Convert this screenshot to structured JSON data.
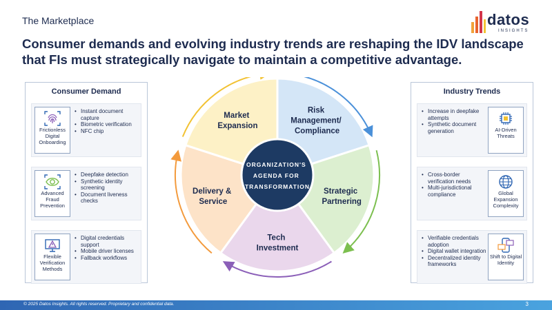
{
  "header": {
    "section_label": "The Marketplace",
    "headline": "Consumer demands and evolving industry trends are reshaping the IDV landscape that FIs must strategically navigate to maintain a competitive advantage."
  },
  "logo": {
    "word": "datos",
    "sub": "INSIGHTS"
  },
  "consumer_demand": {
    "title": "Consumer Demand",
    "cards": [
      {
        "label": "Frictionless Digital Onboarding",
        "icon": "fingerprint-icon",
        "bullets": [
          "Instant document capture",
          "Biometric verification",
          "NFC chip"
        ]
      },
      {
        "label": "Advanced Fraud Prevention",
        "icon": "eye-scan-icon",
        "bullets": [
          "Deepfake detection",
          "Synthetic identity screening",
          "Document liveness checks"
        ]
      },
      {
        "label": "Flexible Verification Methods",
        "icon": "alert-monitor-icon",
        "bullets": [
          "Digital credentials support",
          "Mobile driver licenses",
          "Fallback workflows"
        ]
      }
    ]
  },
  "industry_trends": {
    "title": "Industry Trends",
    "cards": [
      {
        "label": "AI-Driven Threats",
        "icon": "ai-chip-icon",
        "bullets": [
          "Increase in deepfake attempts",
          "Synthetic document generation"
        ]
      },
      {
        "label": "Global Expansion Complexity",
        "icon": "globe-icon",
        "bullets": [
          "Cross-border verification needs",
          "Multi-jurisdictional compliance"
        ]
      },
      {
        "label": "Shift to Digital Identity",
        "icon": "mobile-id-icon",
        "bullets": [
          "Verifiable credentials adoption",
          "Digital wallet integration",
          "Decentralized identity frameworks"
        ]
      }
    ]
  },
  "wheel": {
    "hub": [
      "ORGANIZATION'S",
      "AGENDA FOR",
      "TRANSFORMATION"
    ],
    "segments": [
      {
        "lines": [
          "Risk",
          "Management/",
          "Compliance"
        ],
        "color": "#d4e6f7",
        "arrow": "#4a90d9"
      },
      {
        "lines": [
          "Strategic",
          "Partnering"
        ],
        "color": "#dcefd0",
        "arrow": "#7cbf4f"
      },
      {
        "lines": [
          "Tech",
          "Investment"
        ],
        "color": "#ead7ec",
        "arrow": "#8b5fb8"
      },
      {
        "lines": [
          "Delivery &",
          "Service"
        ],
        "color": "#fde3c8",
        "arrow": "#f39a3c"
      },
      {
        "lines": [
          "Market",
          "Expansion"
        ],
        "color": "#fdf1c6",
        "arrow": "#f2c233"
      }
    ]
  },
  "footer": {
    "copyright": "© 2025 Datos Insights. All rights reserved. Proprietary and confidential data.",
    "page": "3"
  },
  "colors": {
    "navy": "#1d2b4f",
    "hub": "#1d3a63",
    "footer_start": "#2f66b3",
    "footer_end": "#4aa3df"
  }
}
